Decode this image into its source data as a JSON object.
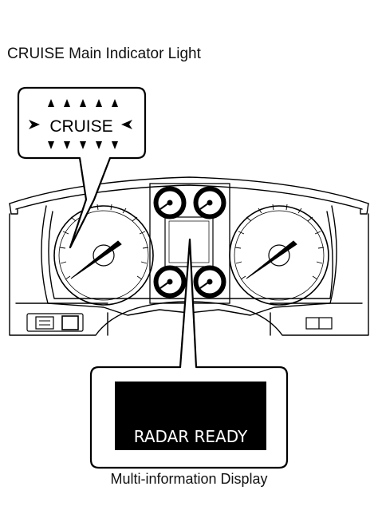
{
  "diagram": {
    "title": "CRUISE Main Indicator Light",
    "cruise_callout_text": "CRUISE",
    "display_callout_text": "RADAR READY",
    "bottom_caption": "Multi-information Display"
  },
  "colors": {
    "stroke": "#000000",
    "display_background": "#000000",
    "display_text": "#ffffff",
    "background": "#ffffff"
  }
}
